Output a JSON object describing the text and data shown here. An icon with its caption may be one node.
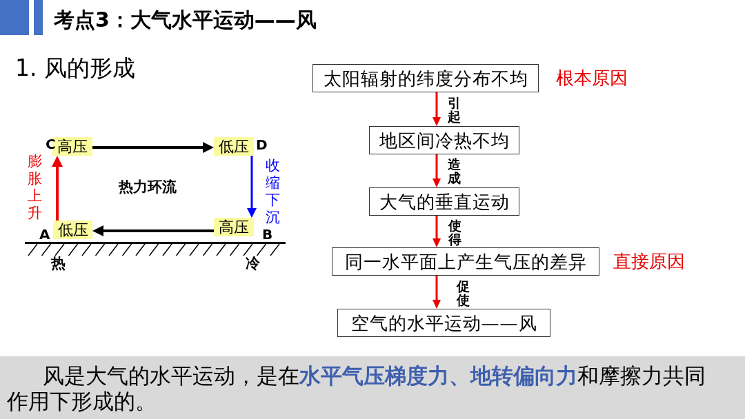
{
  "diagram": {
    "title": "考点3：大气水平运动——风",
    "nodes": [
      {
        "text": [
          "高压"
        ],
        "beside": [
          "C"
        ]
      },
      {
        "text": [
          "低压"
        ],
        "beside": [
          "D"
        ]
      },
      {
        "text": [
          "低压"
        ],
        "beside": [
          "A"
        ]
      },
      {
        "text": [
          "高压"
        ],
        "beside": [
          "B"
        ]
      },
      {
        "text": [
          "太阳辐射的纬度分布不均"
        ],
        "beside": [
          "根本原因"
        ]
      },
      {
        "text": [
          "地区间冷热不均"
        ]
      },
      {
        "text": [
          "大气的垂直运动"
        ]
      },
      {
        "text": [
          "同一水平面上产生气压的差异"
        ],
        "beside": [
          "直接原因"
        ]
      },
      {
        "text": [
          "空气的水平运动——风"
        ]
      }
    ],
    "edges": [
      {
        "from": 0,
        "to": 1,
        "arrow": "to",
        "color": "#000000"
      },
      {
        "from": 1,
        "to": 3,
        "arrow": "to",
        "label": "收缩下沉",
        "color": "#0000ff"
      },
      {
        "from": 3,
        "to": 2,
        "arrow": "to",
        "color": "#000000"
      },
      {
        "from": 2,
        "to": 0,
        "arrow": "to",
        "label": "膨胀上升"
      },
      {
        "from": 4,
        "to": 5,
        "arrow": "to",
        "label": "引起"
      },
      {
        "from": 5,
        "to": 6,
        "arrow": "to",
        "label": "造成"
      },
      {
        "from": 6,
        "to": 7,
        "arrow": "to",
        "label": "使得"
      },
      {
        "from": 7,
        "to": 8,
        "arrow": "to",
        "label": "促使"
      }
    ],
    "labels": [
      "1. 风的形成",
      "热力环流",
      "热",
      "冷",
      "风是大气的水平运动，是在**水平气压梯度力、地转偏向力**和摩擦力共同作用下形成的。"
    ]
  }
}
